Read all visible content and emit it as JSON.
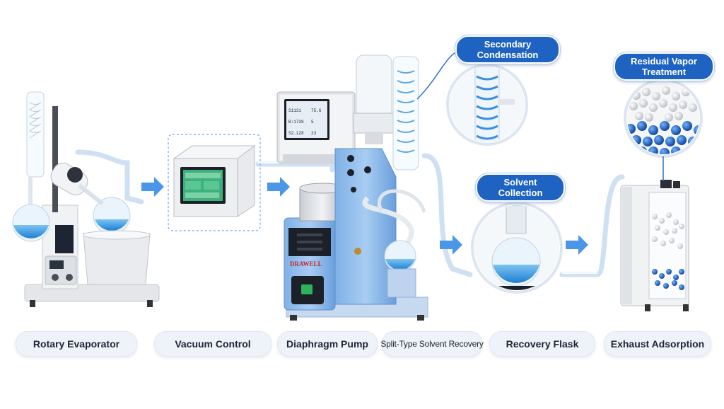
{
  "stages": [
    {
      "label": "Rotary Evaporator"
    },
    {
      "label": "Vacuum Control"
    },
    {
      "label": "Diaphragm Pump"
    },
    {
      "label": "Split-Type Solvent Recovery"
    },
    {
      "label": "Recovery Flask"
    },
    {
      "label": "Exhaust Adsorption"
    }
  ],
  "callouts": {
    "secondary": {
      "line1": "Secondary",
      "line2": "Condensation"
    },
    "solvent": {
      "line1": "Solvent",
      "line2": "Collection"
    },
    "residual": {
      "line1": "Residual Vapor",
      "line2": "Treatment"
    }
  },
  "pump_screen": {
    "rows": [
      {
        "a": "S1131",
        "b": "75.6"
      },
      {
        "a": "B:1738",
        "b": "5"
      },
      {
        "a": "S2.128",
        "b": "23"
      }
    ]
  },
  "brand": "DRAWELL",
  "icons": [
    "flow-arrow-icon",
    "power-switch-icon"
  ],
  "colors": {
    "accent": "#1e63c2",
    "liquid": "#3a9be0",
    "pipe": "#cfe0f3",
    "pump_body": "#8fbcea"
  }
}
